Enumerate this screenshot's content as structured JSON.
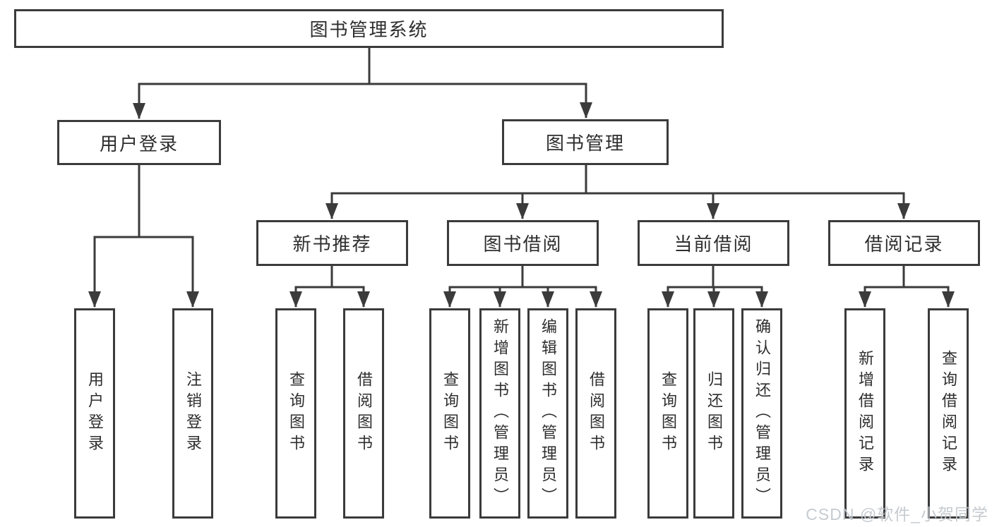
{
  "diagram": {
    "root": {
      "label": "图书管理系统"
    },
    "level2": [
      {
        "label": "用户登录"
      },
      {
        "label": "图书管理"
      }
    ],
    "level3": [
      {
        "label": "新书推荐"
      },
      {
        "label": "图书借阅"
      },
      {
        "label": "当前借阅"
      },
      {
        "label": "借阅记录"
      }
    ],
    "leaves": {
      "login": [
        {
          "label": "用户登录"
        },
        {
          "label": "注销登录"
        }
      ],
      "recommend": [
        {
          "label": "查询图书"
        },
        {
          "label": "借阅图书"
        }
      ],
      "borrow": [
        {
          "label": "查询图书"
        },
        {
          "label": "新增图书（管理员）"
        },
        {
          "label": "编辑图书（管理员）"
        },
        {
          "label": "借阅图书"
        }
      ],
      "current": [
        {
          "label": "查询图书"
        },
        {
          "label": "归还图书"
        },
        {
          "label": "确认归还（管理员）"
        }
      ],
      "records": [
        {
          "label": "新增借阅记录"
        },
        {
          "label": "查询借阅记录"
        }
      ]
    }
  },
  "watermark": {
    "text": "CSDN @软件_小贺同学"
  },
  "colors": {
    "line": "#3b3b3b",
    "box_border": "#3b3b3b",
    "box_fill": "#ffffff",
    "text": "#2e2e2e",
    "watermark": "#c3c8cd",
    "background": "#ffffff"
  }
}
